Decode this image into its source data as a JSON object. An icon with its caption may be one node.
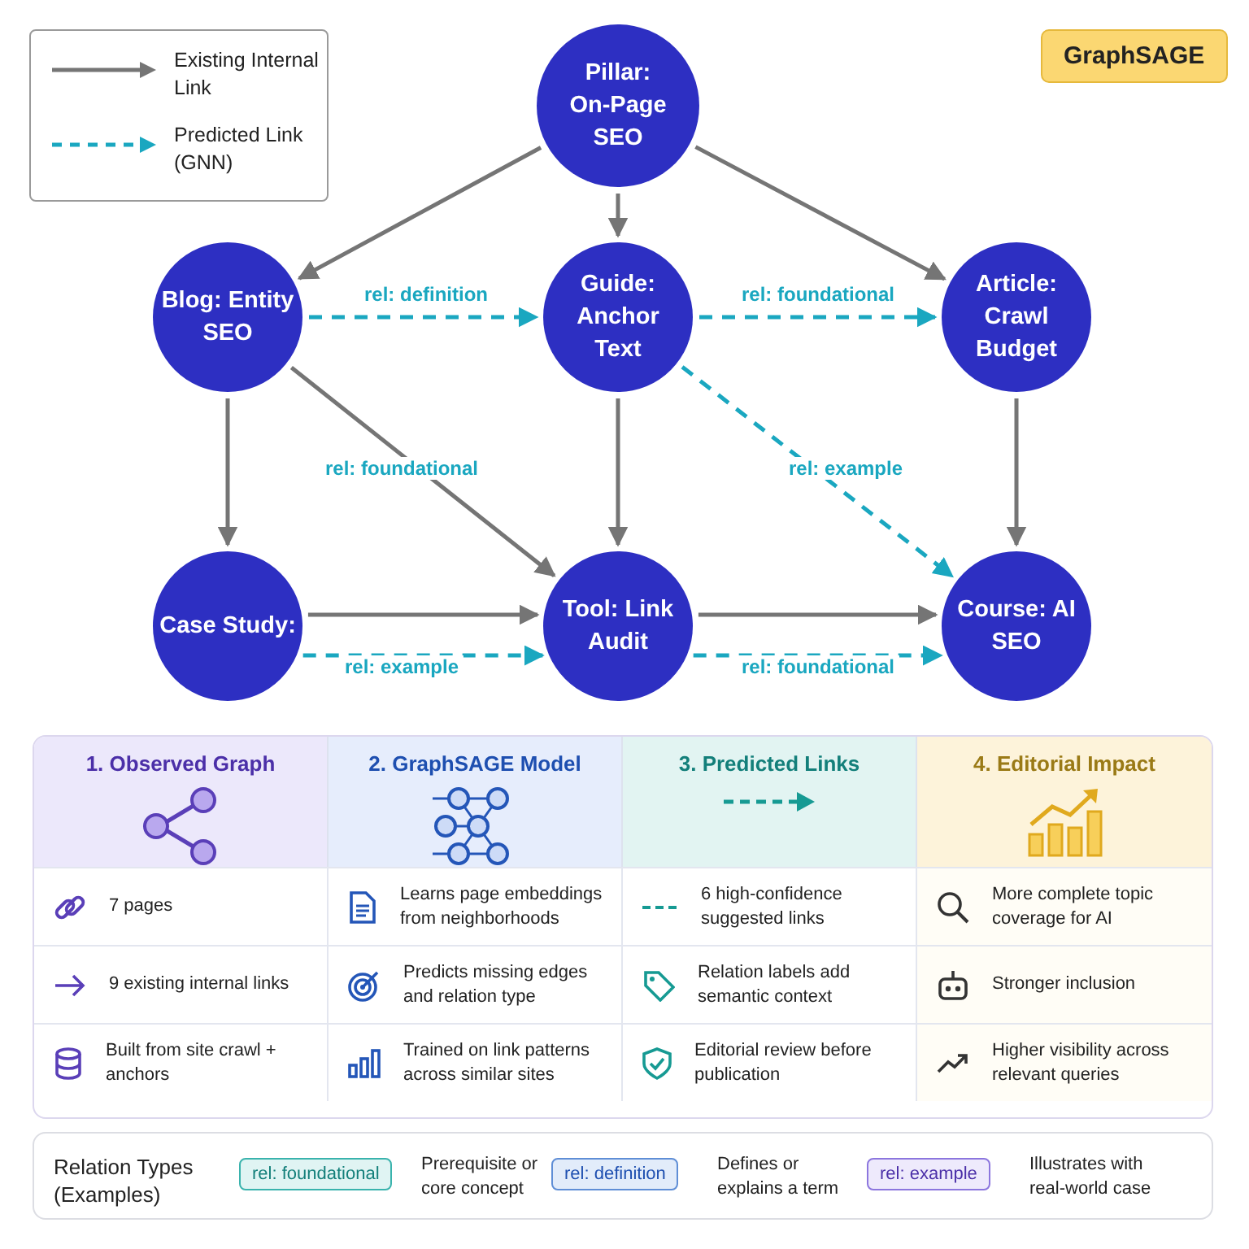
{
  "diagram": {
    "nodes": [
      {
        "text": [
          "Pillar: On-Page SEO"
        ]
      },
      {
        "text": [
          "Blog: Entity SEO"
        ]
      },
      {
        "text": [
          "Guide: Anchor Text"
        ]
      },
      {
        "text": [
          "Article: Crawl Budget"
        ]
      },
      {
        "text": [
          "Case Study:"
        ]
      },
      {
        "text": [
          "Tool: Link Audit"
        ]
      },
      {
        "text": [
          "Course: AI SEO"
        ]
      }
    ],
    "edges": [
      {
        "from": 0,
        "to": 1,
        "arrow": "to"
      },
      {
        "from": 0,
        "to": 2,
        "arrow": "to"
      },
      {
        "from": 0,
        "to": 3,
        "arrow": "to"
      },
      {
        "from": 1,
        "to": 2,
        "arrow": "to",
        "label": "rel: definition",
        "style": "dashed",
        "color": "#1aa7c0"
      },
      {
        "from": 2,
        "to": 3,
        "arrow": "to",
        "label": "rel: foundational",
        "style": "dashed",
        "color": "#1aa7c0"
      },
      {
        "from": 1,
        "to": 4,
        "arrow": "to"
      },
      {
        "from": 1,
        "to": 5,
        "arrow": "to",
        "label": "rel: foundational"
      },
      {
        "from": 2,
        "to": 5,
        "arrow": "to"
      },
      {
        "from": 2,
        "to": 6,
        "arrow": "to",
        "label": "rel: example",
        "style": "dashed",
        "color": "#1aa7c0"
      },
      {
        "from": 3,
        "to": 6,
        "arrow": "to"
      },
      {
        "from": 4,
        "to": 5,
        "arrow": "to"
      },
      {
        "from": 4,
        "to": 5,
        "arrow": "to",
        "label": "rel: example",
        "style": "dashed",
        "color": "#1aa7c0"
      },
      {
        "from": 5,
        "to": 6,
        "arrow": "to"
      },
      {
        "from": 5,
        "to": 6,
        "arrow": "to",
        "label": "rel: foundational",
        "style": "dashed",
        "color": "#1aa7c0"
      }
    ],
    "labels": [
      "GraphSAGE",
      "1. Observed Graph",
      "2. GraphSAGE Model",
      "3. Predicted Links",
      "4. Editorial Impact",
      "7 pages",
      "Learns page embeddings from neighborhoods",
      "6 high-confidence suggested links",
      "More complete topic coverage for AI",
      "9 existing internal links",
      "Predicts missing edges and relation type",
      "Relation labels add semantic context",
      "Stronger inclusion",
      "Built from site crawl + anchors",
      "Trained on link patterns across similar sites",
      "Editorial review before publication",
      "Higher visibility across relevant queries",
      "Relation Types (Examples)",
      "rel: foundational",
      "Prerequisite or core concept",
      "rel: definition",
      "Defines or explains a term",
      "rel: example",
      "Illustrates with real-world case"
    ],
    "legend": [
      {
        "text": "Existing Internal Link"
      },
      {
        "text": "Predicted Link (GNN)"
      }
    ]
  }
}
